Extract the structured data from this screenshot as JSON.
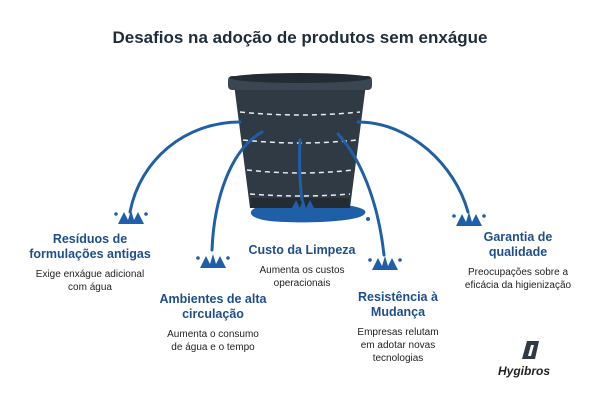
{
  "title": "Desafios na adoção de produtos sem enxágue",
  "challenges": [
    {
      "title_lines": [
        "Resíduos de",
        "formulações antigas"
      ],
      "desc_lines": [
        "Exige enxágue adicional",
        "com água"
      ]
    },
    {
      "title_lines": [
        "Ambientes de alta",
        "circulação"
      ],
      "desc_lines": [
        "Aumenta o consumo",
        "de água e o tempo"
      ]
    },
    {
      "title_lines": [
        "Custo da Limpeza"
      ],
      "desc_lines": [
        "Aumenta os custos",
        "operacionais"
      ]
    },
    {
      "title_lines": [
        "Resistência à",
        "Mudança"
      ],
      "desc_lines": [
        "Empresas relutam",
        "em adotar novas",
        "tecnologias"
      ]
    },
    {
      "title_lines": [
        "Garantia de",
        "qualidade"
      ],
      "desc_lines": [
        "Preocupações sobre a",
        "eficácia da higienização"
      ]
    }
  ],
  "brand": {
    "name": "Hygibros"
  },
  "colors": {
    "bucket": "#2f3a44",
    "bucket_dark": "#1f262d",
    "water": "#1f5fa8",
    "heading": "#1f4e8c",
    "text": "#222222"
  }
}
